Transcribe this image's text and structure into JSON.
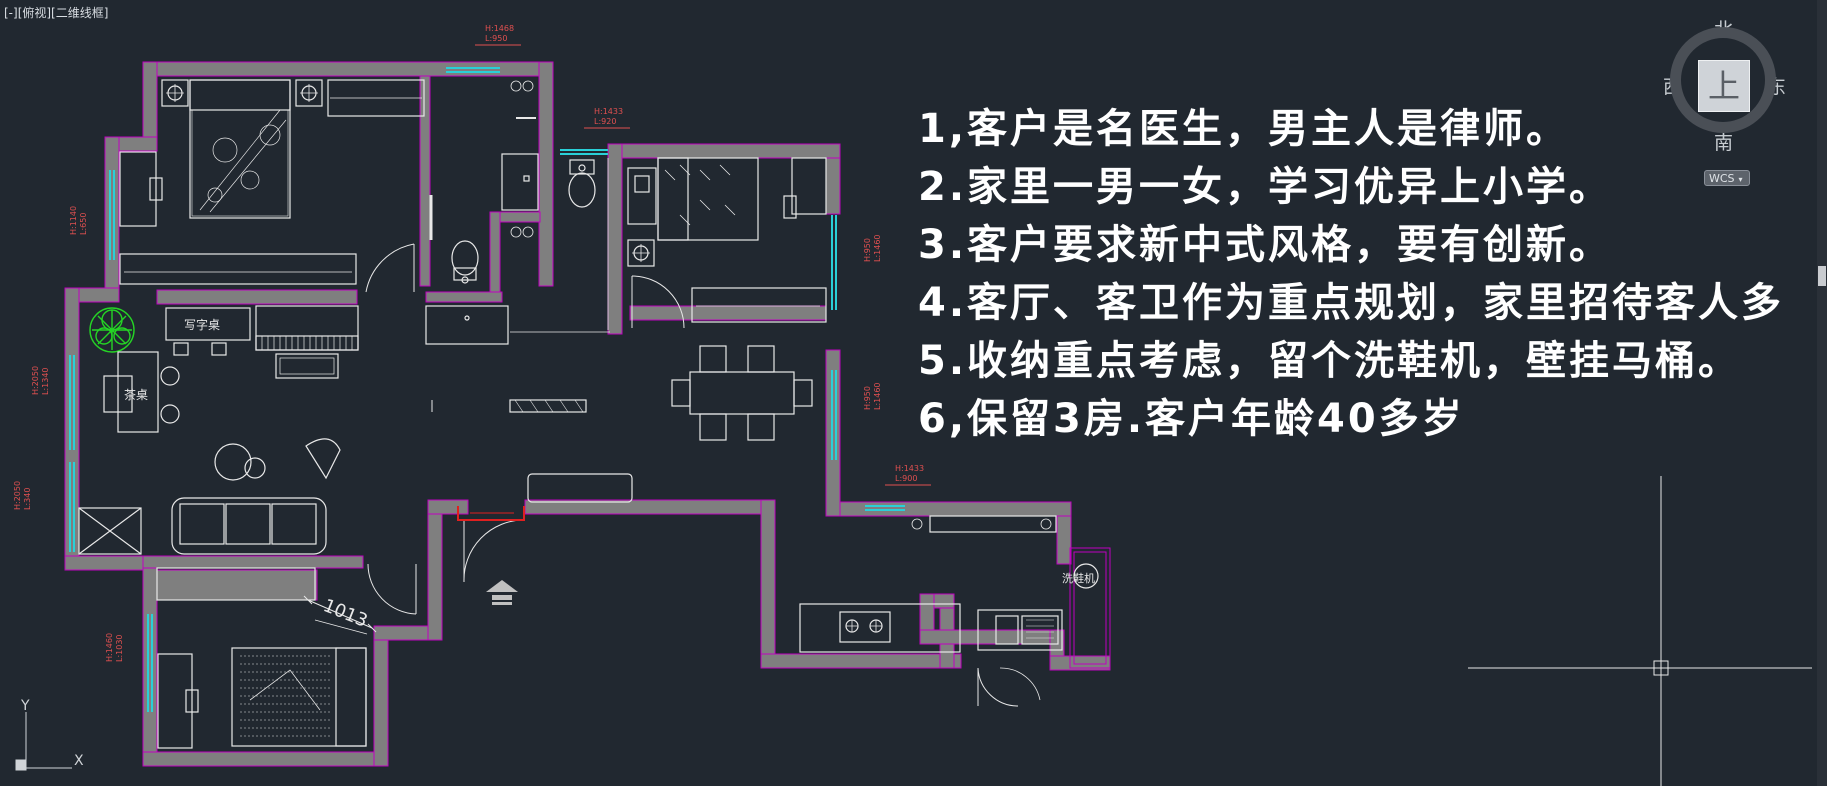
{
  "viewport": {
    "label": "[-][俯视][二维线框]"
  },
  "notes": [
    "1,客户是名医生，男主人是律师。",
    "2.家里一男一女，学习优异上小学。",
    "3.客户要求新中式风格，要有创新。",
    "4.客厅、客卫作为重点规划，家里招待客人多",
    "5.收纳重点考虑，留个洗鞋机，壁挂马桶。",
    "6,保留3房.客户年龄40多岁"
  ],
  "labels": {
    "writing_desk": "写字桌",
    "tea_table": "茶桌",
    "shoe_washer": "洗鞋机",
    "dimension": "1013"
  },
  "window_tags": [
    {
      "h": "H:1468",
      "l": "L:950"
    },
    {
      "h": "H:1433",
      "l": "L:920"
    },
    {
      "h": "H:1140",
      "l": "L:650"
    },
    {
      "h": "H:950",
      "l": "L:1460"
    },
    {
      "h": "H:2050",
      "l": "L:1340"
    },
    {
      "h": "H:950",
      "l": "L:1460"
    },
    {
      "h": "H:1433",
      "l": "L:900"
    },
    {
      "h": "H:2050",
      "l": "L:340"
    },
    {
      "h": "H:1460",
      "l": "L:1030"
    }
  ],
  "viewcube": {
    "north": "北",
    "south": "南",
    "east": "东",
    "west": "西",
    "face": "上",
    "wcs": "WCS"
  },
  "ucs": {
    "x": "X",
    "y": "Y"
  },
  "colors": {
    "background": "#212830",
    "wall": "#7f7f7f",
    "outline": "#c000c0",
    "glass": "#2ad0d8",
    "furniture": "#e8e8e8",
    "plant": "#25d425",
    "door": "#e02020"
  }
}
